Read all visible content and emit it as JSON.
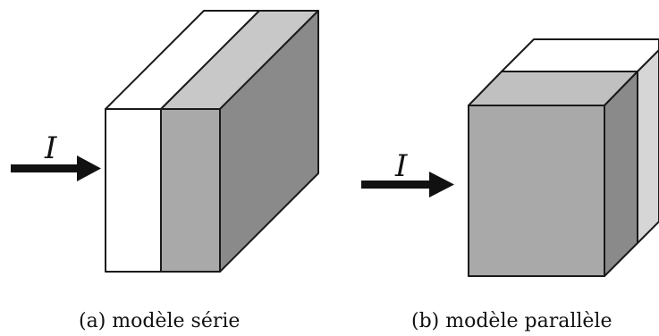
{
  "figure": {
    "panel_a": {
      "current_label": "I",
      "caption": "(a) modèle série"
    },
    "panel_b": {
      "current_label": "I",
      "caption": "(b) modèle parallèle"
    },
    "colors": {
      "white_face": "#ffffff",
      "light_gray": "#c9c9c9",
      "medium_gray": "#a9a9a9",
      "dark_gray": "#8a8a8a",
      "stroke": "#1a1a1a"
    }
  }
}
